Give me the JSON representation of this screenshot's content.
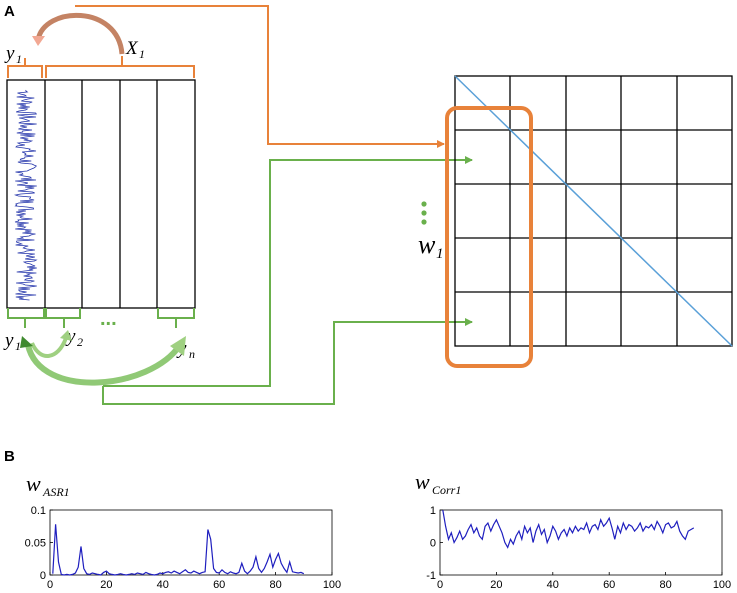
{
  "panels": {
    "a": "A",
    "b": "B"
  },
  "labels": {
    "y": "y",
    "one": "1",
    "two": "2",
    "n": "n",
    "X": "X",
    "w": "w",
    "dots": "..."
  },
  "colors": {
    "orange": "#e8823a",
    "green": "#6ab04c",
    "blue_series": "#1f1fbf",
    "diagonal": "#5aa0d8",
    "arrow_salmon": "#f2a893",
    "arrow_brown": "#c48364"
  },
  "chart_data": [
    {
      "type": "line",
      "title": "w_ASR1",
      "title_main": "w",
      "title_sub": "ASR1",
      "xlim": [
        0,
        100
      ],
      "ylim": [
        0,
        0.1
      ],
      "xticks": [
        0,
        20,
        40,
        60,
        80,
        100
      ],
      "yticks": [
        0,
        0.05,
        0.1
      ],
      "ytick_labels": [
        "0",
        "0.05",
        "0.1"
      ],
      "x": [
        1,
        2,
        3,
        4,
        5,
        6,
        7,
        8,
        9,
        10,
        11,
        12,
        13,
        14,
        15,
        16,
        17,
        18,
        19,
        20,
        21,
        22,
        23,
        24,
        25,
        26,
        27,
        28,
        29,
        30,
        31,
        32,
        33,
        34,
        35,
        36,
        37,
        38,
        39,
        40,
        41,
        42,
        43,
        44,
        45,
        46,
        47,
        48,
        49,
        50,
        51,
        52,
        53,
        54,
        55,
        56,
        57,
        58,
        59,
        60,
        61,
        62,
        63,
        64,
        65,
        66,
        67,
        68,
        69,
        70,
        71,
        72,
        73,
        74,
        75,
        76,
        77,
        78,
        79,
        80,
        81,
        82,
        83,
        84,
        85,
        86,
        87,
        88,
        89,
        90
      ],
      "values": [
        0.002,
        0.078,
        0.02,
        0.001,
        0.0,
        0.001,
        0.0,
        0.001,
        0.003,
        0.012,
        0.044,
        0.01,
        0.002,
        0.001,
        0.003,
        0.002,
        0.001,
        0.0,
        0.004,
        0.006,
        0.002,
        0.001,
        0.0,
        0.001,
        0.002,
        0.001,
        0.0,
        0.001,
        0.002,
        0.001,
        0.003,
        0.002,
        0.001,
        0.004,
        0.002,
        0.001,
        0.0,
        0.001,
        0.003,
        0.002,
        0.004,
        0.005,
        0.003,
        0.006,
        0.004,
        0.002,
        0.005,
        0.008,
        0.004,
        0.003,
        0.006,
        0.004,
        0.002,
        0.004,
        0.005,
        0.07,
        0.055,
        0.01,
        0.004,
        0.003,
        0.008,
        0.004,
        0.002,
        0.005,
        0.003,
        0.002,
        0.004,
        0.018,
        0.006,
        0.002,
        0.006,
        0.012,
        0.028,
        0.01,
        0.004,
        0.01,
        0.02,
        0.032,
        0.012,
        0.024,
        0.033,
        0.018,
        0.01,
        0.004,
        0.02,
        0.005,
        0.004,
        0.003,
        0.004,
        0.002
      ]
    },
    {
      "type": "line",
      "title": "w_Corr1",
      "title_main": "w",
      "title_sub": "Corr1",
      "xlim": [
        0,
        100
      ],
      "ylim": [
        -1,
        1
      ],
      "xticks": [
        0,
        20,
        40,
        60,
        80,
        100
      ],
      "yticks": [
        -1,
        0,
        1
      ],
      "ytick_labels": [
        "-1",
        "0",
        "1"
      ],
      "x": [
        1,
        2,
        3,
        4,
        5,
        6,
        7,
        8,
        9,
        10,
        11,
        12,
        13,
        14,
        15,
        16,
        17,
        18,
        19,
        20,
        21,
        22,
        23,
        24,
        25,
        26,
        27,
        28,
        29,
        30,
        31,
        32,
        33,
        34,
        35,
        36,
        37,
        38,
        39,
        40,
        41,
        42,
        43,
        44,
        45,
        46,
        47,
        48,
        49,
        50,
        51,
        52,
        53,
        54,
        55,
        56,
        57,
        58,
        59,
        60,
        61,
        62,
        63,
        64,
        65,
        66,
        67,
        68,
        69,
        70,
        71,
        72,
        73,
        74,
        75,
        76,
        77,
        78,
        79,
        80,
        81,
        82,
        83,
        84,
        85,
        86,
        87,
        88,
        89,
        90
      ],
      "values": [
        1.0,
        0.5,
        0.1,
        0.3,
        0.0,
        0.15,
        0.35,
        0.1,
        0.2,
        0.4,
        0.55,
        0.3,
        0.45,
        0.2,
        0.1,
        0.5,
        0.6,
        0.35,
        0.55,
        0.7,
        0.5,
        0.3,
        0.0,
        -0.15,
        0.1,
        -0.05,
        0.2,
        0.35,
        0.1,
        0.5,
        0.3,
        0.45,
        0.0,
        0.35,
        0.55,
        0.25,
        0.4,
        0.0,
        0.2,
        0.5,
        0.35,
        0.1,
        0.3,
        0.4,
        0.2,
        0.45,
        0.3,
        0.5,
        0.35,
        0.45,
        0.4,
        0.6,
        0.3,
        0.5,
        0.55,
        0.4,
        0.7,
        0.5,
        0.6,
        0.75,
        0.45,
        0.1,
        0.5,
        0.3,
        0.6,
        0.4,
        0.55,
        0.5,
        0.35,
        0.45,
        0.6,
        0.35,
        0.5,
        0.45,
        0.55,
        0.4,
        0.65,
        0.5,
        0.3,
        0.55,
        0.6,
        0.45,
        0.5,
        0.65,
        0.35,
        0.2,
        0.1,
        0.35,
        0.4,
        0.45
      ]
    }
  ]
}
